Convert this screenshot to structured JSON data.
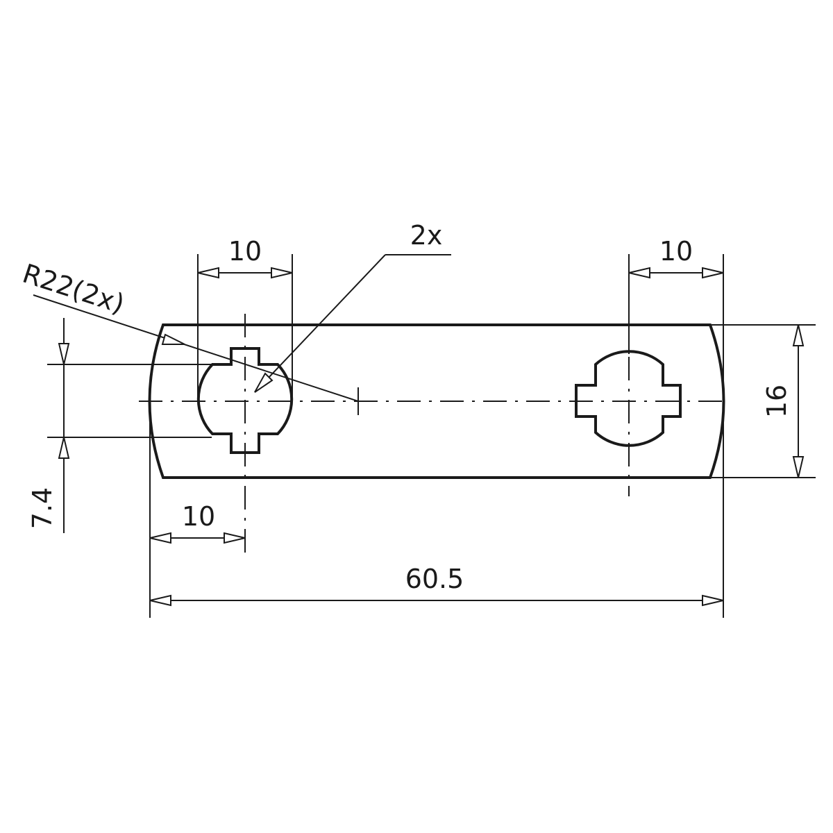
{
  "dimensions": {
    "hole_pitch_left": "10",
    "hole_pitch_right": "10",
    "edge_to_center": "10",
    "overall_length": "60.5",
    "height": "16",
    "offset": "7.4",
    "radius": "R22(2x)",
    "hole_count": "2x"
  },
  "colors": {
    "line": "#1a1a1a",
    "background": "#ffffff"
  }
}
